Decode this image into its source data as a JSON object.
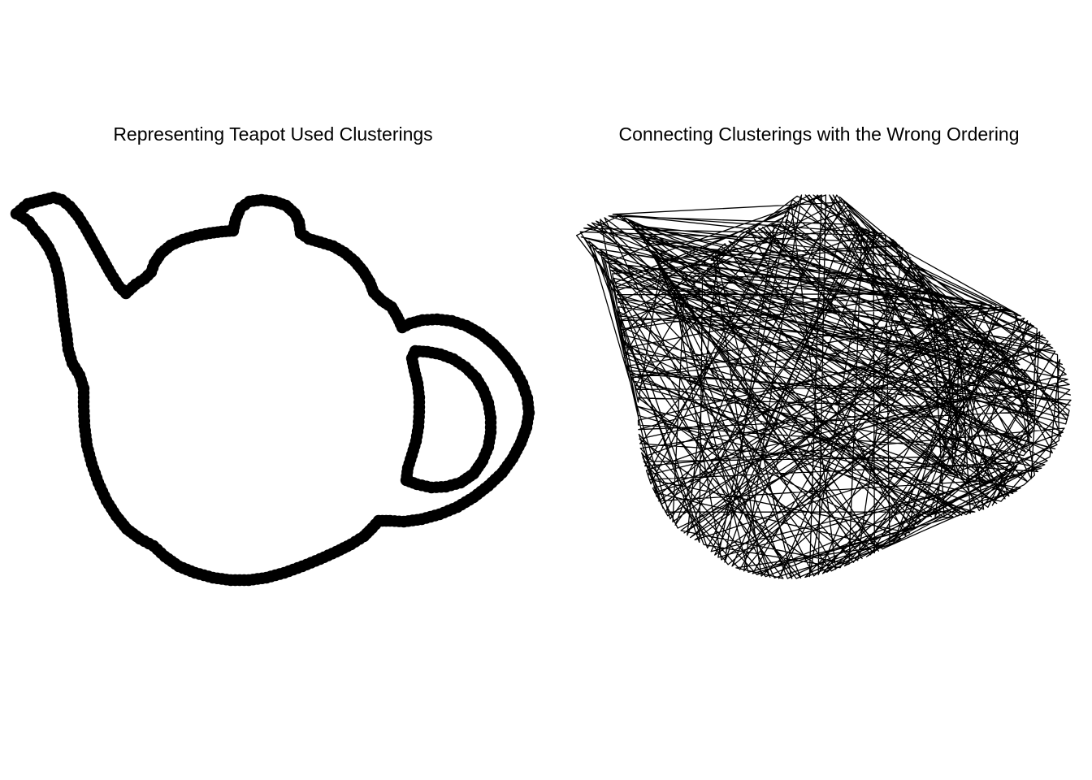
{
  "chart_data": [
    {
      "type": "scatter",
      "title": "Representing Teapot Used Clusterings",
      "xlabel": "",
      "ylabel": "",
      "axes_visible": false,
      "grid": false,
      "legend": "none",
      "marker": "filled-circle",
      "color": "#000000",
      "outline_body": [
        [
          20,
          263
        ],
        [
          34,
          251
        ],
        [
          50,
          247
        ],
        [
          66,
          243
        ],
        [
          76,
          246
        ],
        [
          86,
          254
        ],
        [
          96,
          266
        ],
        [
          106,
          282
        ],
        [
          116,
          300
        ],
        [
          126,
          318
        ],
        [
          136,
          336
        ],
        [
          146,
          352
        ],
        [
          155,
          361
        ],
        [
          167,
          350
        ],
        [
          178,
          343
        ],
        [
          186,
          335
        ],
        [
          190,
          324
        ],
        [
          198,
          312
        ],
        [
          210,
          302
        ],
        [
          225,
          295
        ],
        [
          242,
          290
        ],
        [
          258,
          287
        ],
        [
          273,
          285
        ],
        [
          287,
          284
        ],
        [
          290,
          270
        ],
        [
          296,
          256
        ],
        [
          307,
          248
        ],
        [
          322,
          246
        ],
        [
          338,
          248
        ],
        [
          352,
          253
        ],
        [
          363,
          263
        ],
        [
          368,
          273
        ],
        [
          370,
          287
        ],
        [
          380,
          294
        ],
        [
          394,
          298
        ],
        [
          410,
          303
        ],
        [
          424,
          311
        ],
        [
          437,
          322
        ],
        [
          447,
          334
        ],
        [
          455,
          347
        ],
        [
          460,
          360
        ],
        [
          470,
          370
        ],
        [
          482,
          378
        ],
        [
          489,
          390
        ],
        [
          495,
          403
        ],
        [
          505,
          398
        ],
        [
          520,
          394
        ],
        [
          538,
          393
        ],
        [
          556,
          395
        ],
        [
          574,
          401
        ],
        [
          592,
          411
        ],
        [
          608,
          424
        ],
        [
          622,
          439
        ],
        [
          634,
          455
        ],
        [
          643,
          472
        ],
        [
          649,
          490
        ],
        [
          651,
          508
        ],
        [
          648,
          526
        ],
        [
          641,
          545
        ],
        [
          631,
          564
        ],
        [
          618,
          582
        ],
        [
          601,
          598
        ],
        [
          583,
          612
        ],
        [
          563,
          624
        ],
        [
          541,
          633
        ],
        [
          519,
          639
        ],
        [
          497,
          642
        ],
        [
          480,
          641
        ],
        [
          466,
          641
        ],
        [
          458,
          650
        ],
        [
          448,
          660
        ],
        [
          432,
          670
        ],
        [
          414,
          679
        ],
        [
          394,
          688
        ],
        [
          372,
          697
        ],
        [
          350,
          705
        ],
        [
          328,
          711
        ],
        [
          306,
          714
        ],
        [
          284,
          714
        ],
        [
          262,
          711
        ],
        [
          240,
          705
        ],
        [
          220,
          697
        ],
        [
          203,
          685
        ],
        [
          189,
          672
        ],
        [
          172,
          663
        ],
        [
          156,
          651
        ],
        [
          143,
          635
        ],
        [
          131,
          616
        ],
        [
          121,
          594
        ],
        [
          113,
          571
        ],
        [
          107,
          548
        ],
        [
          104,
          524
        ],
        [
          103,
          500
        ],
        [
          103,
          478
        ],
        [
          98,
          462
        ],
        [
          89,
          447
        ],
        [
          84,
          430
        ],
        [
          82,
          412
        ],
        [
          79,
          394
        ],
        [
          77,
          376
        ],
        [
          75,
          358
        ],
        [
          72,
          338
        ],
        [
          67,
          320
        ],
        [
          60,
          305
        ],
        [
          52,
          293
        ],
        [
          44,
          284
        ],
        [
          36,
          273
        ],
        [
          26,
          266
        ]
      ],
      "outline_handle": [
        [
          511,
          432
        ],
        [
          526,
          433
        ],
        [
          542,
          436
        ],
        [
          558,
          442
        ],
        [
          573,
          452
        ],
        [
          586,
          465
        ],
        [
          595,
          480
        ],
        [
          601,
          496
        ],
        [
          604,
          514
        ],
        [
          604,
          532
        ],
        [
          601,
          550
        ],
        [
          594,
          567
        ],
        [
          583,
          583
        ],
        [
          567,
          594
        ],
        [
          549,
          599
        ],
        [
          531,
          600
        ],
        [
          513,
          596
        ],
        [
          500,
          591
        ],
        [
          502,
          576
        ],
        [
          507,
          560
        ],
        [
          512,
          543
        ],
        [
          515,
          525
        ],
        [
          516,
          507
        ],
        [
          516,
          489
        ],
        [
          514,
          472
        ],
        [
          510,
          456
        ],
        [
          507,
          441
        ]
      ]
    },
    {
      "type": "line",
      "title": "Connecting Clusterings with the Wrong Ordering",
      "xlabel": "",
      "ylabel": "",
      "axes_visible": false,
      "grid": false,
      "legend": "none",
      "color": "#000000",
      "note_series": "same teapot points as left panel, connected in a scrambled order"
    }
  ]
}
